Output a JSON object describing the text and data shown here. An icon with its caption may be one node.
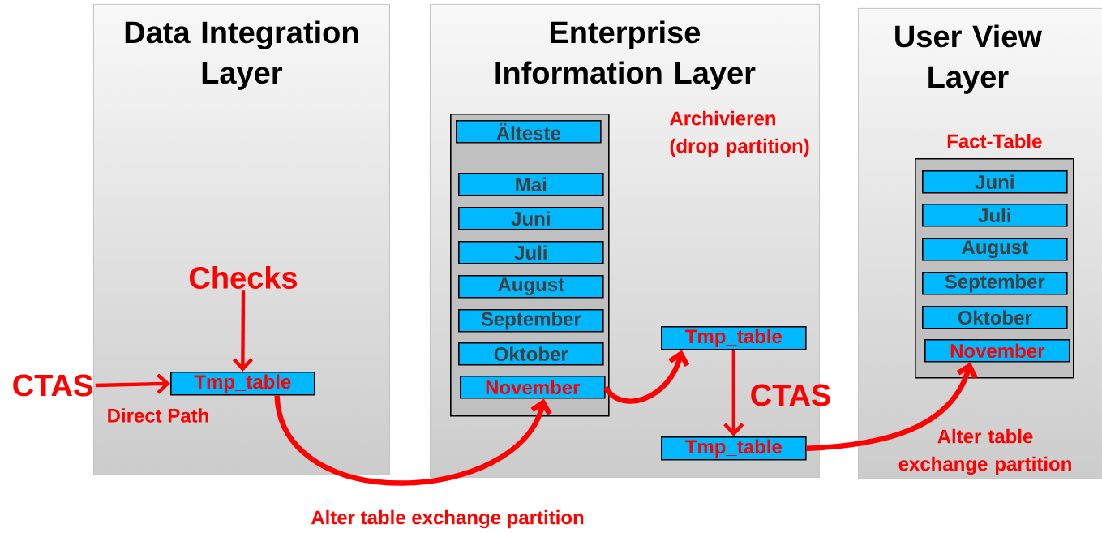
{
  "diagram": {
    "nodes": [
      {
        "text": [
          "Data Integration Layer"
        ]
      },
      {
        "text": [
          "Tmp_table"
        ],
        "in": 0
      },
      {
        "text": [
          "Checks"
        ],
        "in": 0
      },
      {
        "text": [
          "CTAS"
        ]
      },
      {
        "text": [
          "Enterprise Information Layer"
        ]
      },
      {
        "text": [],
        "shape": "box",
        "in": 4
      },
      {
        "text": [
          "Älteste"
        ],
        "in": 5
      },
      {
        "text": [
          "Mai"
        ],
        "in": 5
      },
      {
        "text": [
          "Juni"
        ],
        "in": 5
      },
      {
        "text": [
          "Juli"
        ],
        "in": 5
      },
      {
        "text": [
          "August"
        ],
        "in": 5
      },
      {
        "text": [
          "September"
        ],
        "in": 5
      },
      {
        "text": [
          "Oktober"
        ],
        "in": 5
      },
      {
        "text": [
          "November"
        ],
        "in": 5
      },
      {
        "text": [
          "Tmp_table"
        ],
        "in": 4
      },
      {
        "text": [
          "Tmp_table"
        ],
        "in": 4
      },
      {
        "text": [
          "User View Layer"
        ]
      },
      {
        "text": [
          "Fact-Table"
        ],
        "in": 16
      },
      {
        "text": [
          "Juni"
        ],
        "in": 17
      },
      {
        "text": [
          "Juli"
        ],
        "in": 17
      },
      {
        "text": [
          "August"
        ],
        "in": 17
      },
      {
        "text": [
          "September"
        ],
        "in": 17
      },
      {
        "text": [
          "Oktober"
        ],
        "in": 17
      },
      {
        "text": [
          "November"
        ],
        "in": 17
      }
    ],
    "edges": [
      {
        "from": 3,
        "to": 1,
        "arrow": "to"
      },
      {
        "from": 2,
        "to": 1,
        "arrow": "to"
      },
      {
        "from": 1,
        "to": 13,
        "arrow": "to",
        "label": "Alter table exchange partition"
      },
      {
        "from": 13,
        "to": 14,
        "arrow": "to"
      },
      {
        "from": 14,
        "to": 15,
        "arrow": "to",
        "label": "CTAS"
      },
      {
        "from": 15,
        "to": 23,
        "arrow": "to",
        "label": "Alter table exchange partition"
      }
    ],
    "labels": [
      "Direct Path",
      "Archivieren (drop partition)"
    ]
  }
}
